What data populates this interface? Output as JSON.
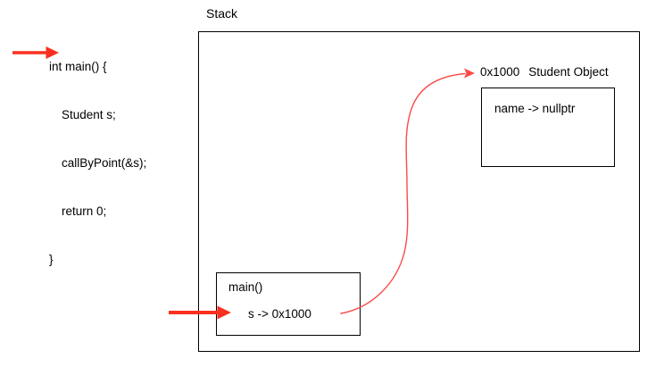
{
  "diagram": {
    "stack_title": "Stack",
    "code": {
      "lines": [
        "int main() {",
        "Student s;",
        "callByPoint(&s);",
        "return 0;",
        "}"
      ]
    },
    "student_object": {
      "address": "0x1000",
      "title": "Student Object",
      "field": "name -> nullptr"
    },
    "main_frame": {
      "title": "main()",
      "field": "s -> 0x1000"
    },
    "colors": {
      "thick_arrow_red": "#f9301f",
      "curve_red": "#fa4b48",
      "box_border": "#000000"
    }
  }
}
